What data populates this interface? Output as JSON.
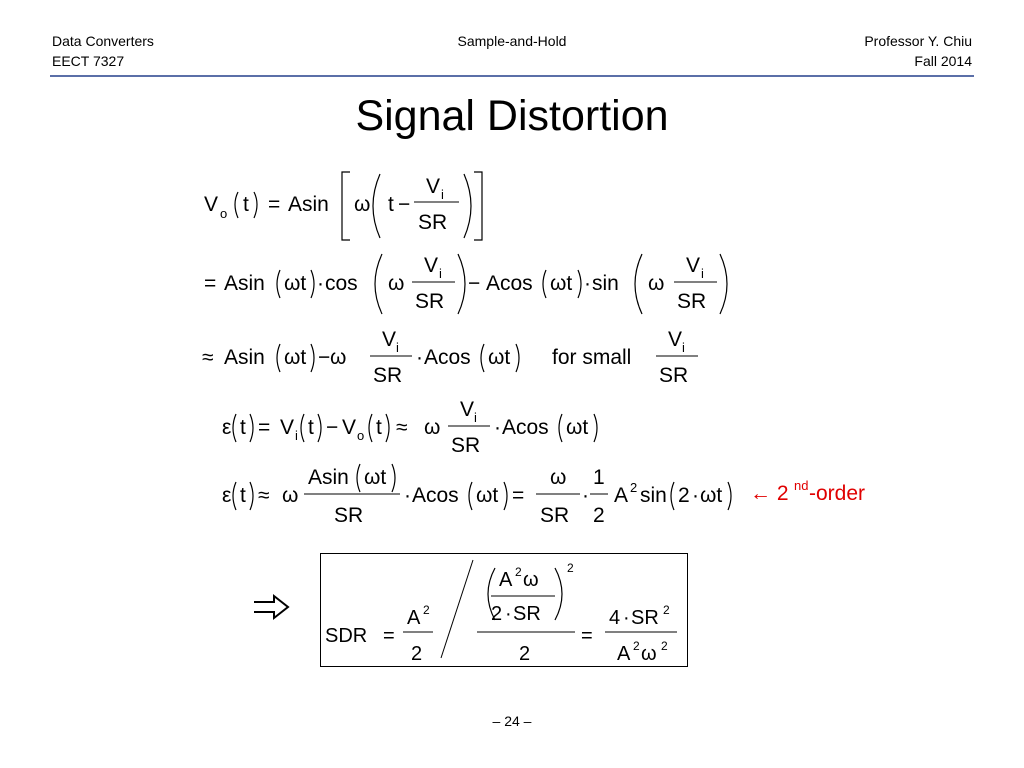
{
  "header": {
    "course": "Data Converters",
    "code": "EECT 7327",
    "topic": "Sample-and-Hold",
    "instructor": "Professor Y. Chiu",
    "term": "Fall 2014"
  },
  "title": "Signal Distortion",
  "equations": {
    "l1_lhs": "V",
    "l1_lhs_sub": "o",
    "l1_arg": "t",
    "l1_rhs": "Asin",
    "omega": "ω",
    "t": "t",
    "minus": "−",
    "vi": "V",
    "vi_sub": "i",
    "sr": "SR",
    "l2_a": "Asin",
    "l2_wt": "ωt",
    "cos": "cos",
    "acos": "Acos",
    "sin": "sin",
    "approx": "≈",
    "for_small": "for small",
    "epsilon": "ε",
    "order_note": "← 2",
    "order_sup": "nd",
    "order_rest": "-order",
    "one": "1",
    "two": "2",
    "a2": "A",
    "sup2": "2",
    "four": "4",
    "sdr": "SDR",
    "dot": "·"
  },
  "footer": "– 24 –"
}
